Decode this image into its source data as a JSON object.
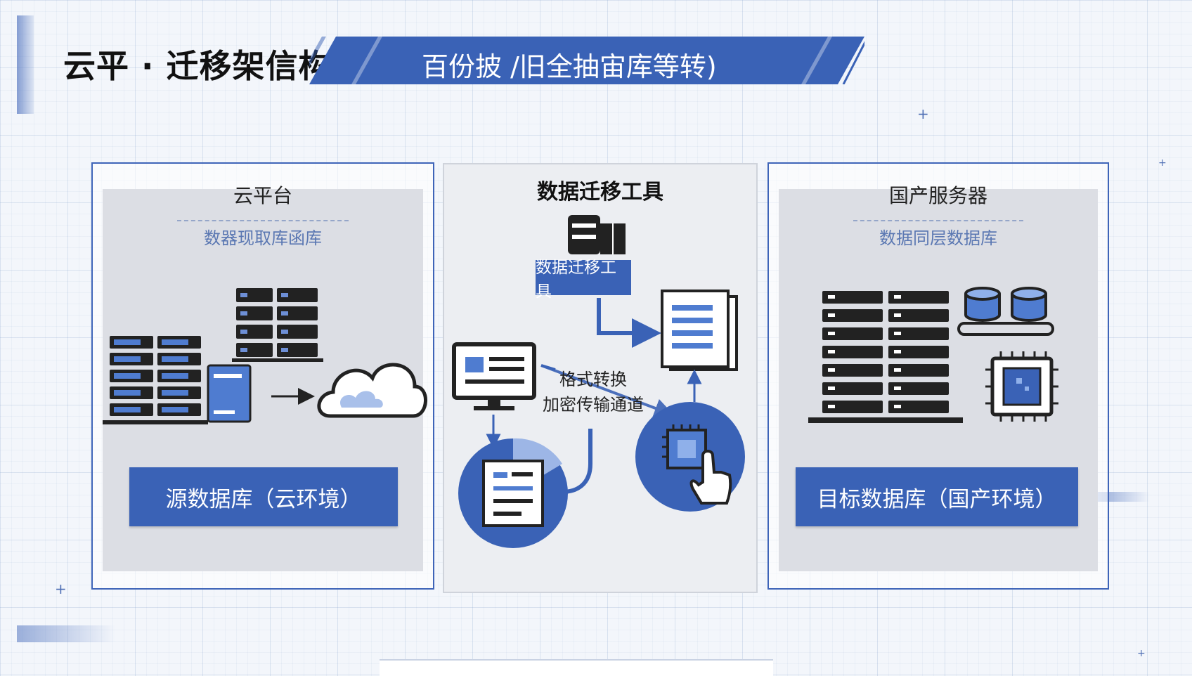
{
  "header": {
    "title": "云平 · 迁移架信构",
    "banner": "百份披 /旧全抽宙库等转)"
  },
  "panels": {
    "source": {
      "title": "云平台",
      "subtitle": "数器现取库函库",
      "button": "源数据库（云环境）"
    },
    "tool": {
      "title": "数据迁移工具",
      "tool_label": "数据迁移工具",
      "conversion_line1": "格式转换",
      "conversion_line2": "加密传输通道"
    },
    "target": {
      "title": "国产服务器",
      "subtitle": "数据同层数据库",
      "button": "目标数据库（国产环境）"
    }
  },
  "colors": {
    "accent": "#3a62b6",
    "dark": "#222222",
    "panel_bg": "#dcdee4"
  }
}
